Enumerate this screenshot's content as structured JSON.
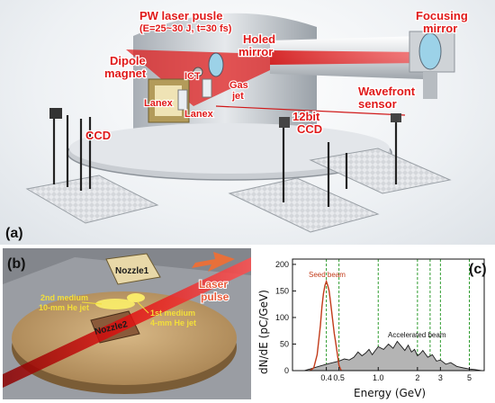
{
  "panel_a": {
    "tag": "(a)",
    "labels": {
      "laser_title": "PW laser pusle",
      "laser_params": "(E=25~30 J, t=30 fs)",
      "focusing_mirror_1": "Focusing",
      "focusing_mirror_2": "mirror",
      "holed_mirror_1": "Holed",
      "holed_mirror_2": "mirror",
      "dipole_1": "Dipole",
      "dipole_2": "magnet",
      "lanex_1": "Lanex",
      "lanex_2": "Lanex",
      "ics": "ICT",
      "gas_jet_1": "Gas",
      "gas_jet_2": "jet",
      "wavefront_1": "Wavefront",
      "wavefront_2": "sensor",
      "ccd_12bit_1": "12bit",
      "ccd_12bit_2": "CCD",
      "ccd": "CCD"
    }
  },
  "panel_b": {
    "tag": "(b)",
    "nozzle1": "Nozzle1",
    "nozzle2": "Nozzle2",
    "laser_1": "Laser",
    "laser_2": "pulse",
    "medium2_1": "2nd medium",
    "medium2_2": "10-mm He jet",
    "medium1_1": "1st medium",
    "medium1_2": "4-mm He jet"
  },
  "panel_c": {
    "tag": "(c)",
    "series_seed": "Seed beam",
    "series_accel": "Accelerated beam"
  },
  "chart_data": {
    "type": "area",
    "xlabel": "Energy (GeV)",
    "ylabel": "dN/dE (pC/GeV)",
    "x_scale": "log",
    "xlim": [
      0.22,
      6.5
    ],
    "ylim": [
      0,
      210
    ],
    "x_ticks": [
      {
        "v": 0.4,
        "label": "0.4"
      },
      {
        "v": 0.5,
        "label": "0.5"
      },
      {
        "v": 1.0,
        "label": "1.0"
      },
      {
        "v": 2.0,
        "label": "2"
      },
      {
        "v": 3.0,
        "label": "3"
      },
      {
        "v": 5.0,
        "label": "5"
      }
    ],
    "y_ticks": [
      0,
      50,
      100,
      150,
      200
    ],
    "green_dashed_lines_x": [
      0.4,
      0.5,
      1.0,
      2.0,
      2.5,
      3.0,
      5.0
    ],
    "colors": {
      "seed": "#c23b1a",
      "accel": "#1a1a1a",
      "fill": "#b4b4b4",
      "vlines": "#2e9c2e"
    },
    "series": [
      {
        "name": "Seed beam",
        "x": [
          0.3,
          0.32,
          0.34,
          0.36,
          0.37,
          0.38,
          0.39,
          0.4,
          0.41,
          0.42,
          0.43,
          0.44,
          0.45,
          0.46,
          0.47,
          0.48,
          0.5,
          0.52
        ],
        "values": [
          0,
          5,
          30,
          85,
          120,
          145,
          160,
          168,
          160,
          150,
          130,
          110,
          90,
          70,
          55,
          40,
          10,
          0
        ]
      },
      {
        "name": "Accelerated beam",
        "x": [
          0.27,
          0.3,
          0.35,
          0.4,
          0.45,
          0.5,
          0.55,
          0.6,
          0.65,
          0.7,
          0.75,
          0.8,
          0.85,
          0.9,
          0.95,
          1.0,
          1.1,
          1.2,
          1.3,
          1.4,
          1.5,
          1.6,
          1.7,
          1.8,
          1.9,
          2.0,
          2.1,
          2.2,
          2.4,
          2.6,
          2.8,
          3.0,
          3.3,
          3.6,
          4.0,
          4.5,
          5.0,
          5.5,
          6.2
        ],
        "values": [
          0,
          3,
          8,
          12,
          15,
          18,
          22,
          20,
          25,
          35,
          28,
          33,
          40,
          30,
          38,
          45,
          40,
          50,
          42,
          55,
          46,
          38,
          48,
          35,
          40,
          28,
          32,
          38,
          25,
          30,
          18,
          20,
          12,
          15,
          8,
          5,
          3,
          2,
          0
        ]
      }
    ]
  }
}
